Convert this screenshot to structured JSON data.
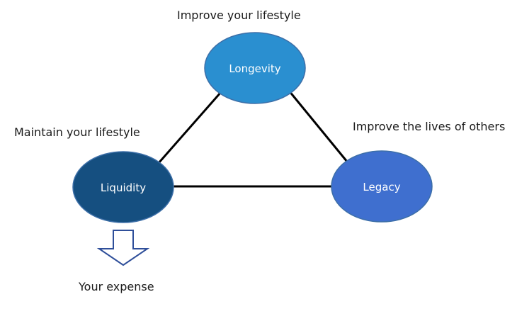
{
  "nodes": {
    "longevity": {
      "label": "Longevity",
      "color": "#2a8fd0"
    },
    "liquidity": {
      "label": "Liquidity",
      "color": "#154f80"
    },
    "legacy": {
      "label": "Legacy",
      "color": "#3f6fcf"
    }
  },
  "captions": {
    "longevity": "Improve your lifestyle",
    "liquidity": "Maintain your lifestyle",
    "legacy": "Improve the lives of others",
    "expense": "Your expense"
  },
  "colors": {
    "edge": "#000000",
    "arrow": "#2f4f9a",
    "node_outline": "#3d6fa8"
  },
  "icons": {
    "expense_arrow": "down-arrow-outline-icon"
  }
}
